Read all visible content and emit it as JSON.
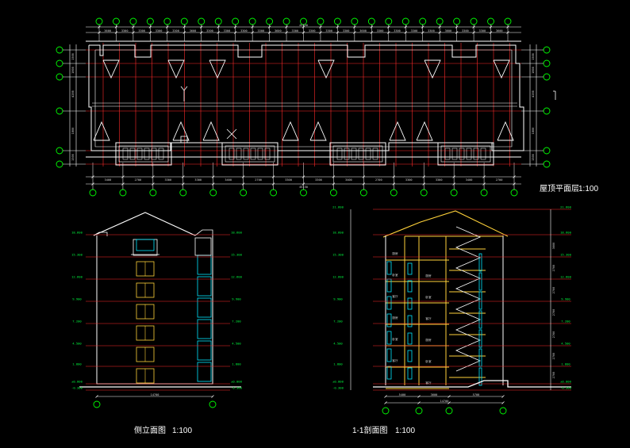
{
  "drawings": {
    "roof_plan_title": "屋顶平面层",
    "roof_plan_scale": "1:100",
    "side_elevation_title": "侧立面图",
    "side_elevation_scale": "1:100",
    "section_title": "1-1剖面图",
    "section_scale": "1:100"
  },
  "colors": {
    "background": "#000000",
    "grid_red": "#ff2a2a",
    "outline_white": "#ffffff",
    "axis_green": "#00ff00",
    "glass_cyan": "#00e5ff",
    "elev_yellow": "#ffd23a"
  },
  "roof_plan": {
    "top_dims": [
      "3600",
      "3300",
      "3300",
      "3300",
      "3300",
      "3600",
      "3300",
      "3300",
      "3300",
      "3300",
      "3600",
      "3300",
      "3300",
      "3300",
      "3300",
      "3600",
      "3300",
      "3300",
      "3300",
      "3300",
      "3600",
      "3300",
      "3300",
      "3600"
    ],
    "bottom_dims": [
      "3400",
      "2700",
      "3300",
      "3300",
      "3400",
      "2700",
      "3300",
      "3300",
      "3400",
      "2700",
      "3300",
      "3300",
      "3400",
      "2700"
    ],
    "overall_dim": "45150",
    "left_dims": [
      "1500",
      "1800",
      "4200",
      "1800",
      "1500"
    ],
    "right_dims": [
      "1500",
      "1800",
      "4200",
      "1800",
      "1500"
    ]
  },
  "side_elevation": {
    "levels": [
      "18.600",
      "15.300",
      "12.600",
      "9.900",
      "7.200",
      "4.500",
      "1.800",
      "±0.000",
      "-0.300"
    ],
    "overall_dim": "14700"
  },
  "section": {
    "levels": [
      "21.600",
      "18.600",
      "15.300",
      "12.600",
      "9.900",
      "7.200",
      "4.500",
      "1.800",
      "±0.000",
      "-0.300"
    ],
    "bottom_dims": [
      "5400",
      "3600",
      "5700"
    ],
    "overall_dim": "14700",
    "right_dims": [
      "3000",
      "2700",
      "2700",
      "2700",
      "2700",
      "2700",
      "2700"
    ],
    "room_labels": [
      "厨房",
      "卧室",
      "客厅",
      "厨房",
      "卧室",
      "客厅"
    ]
  }
}
